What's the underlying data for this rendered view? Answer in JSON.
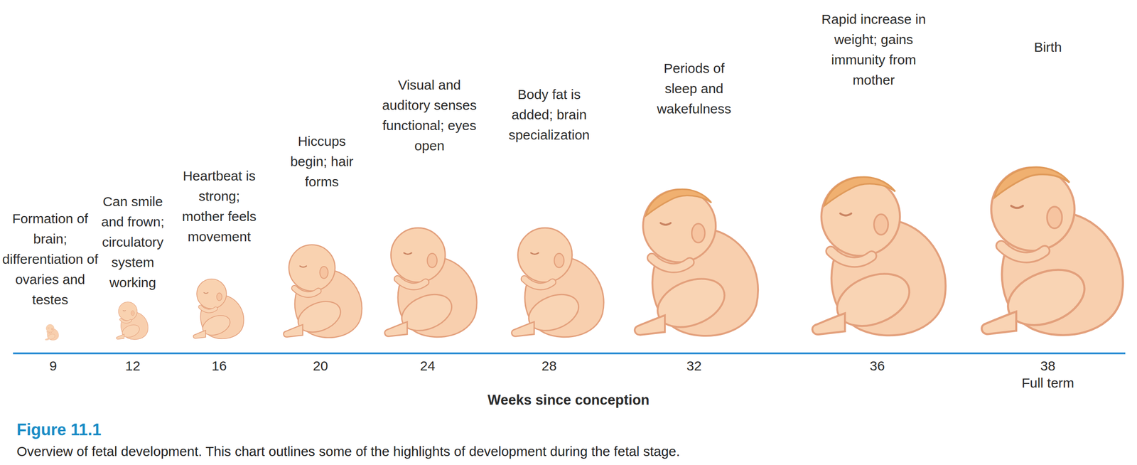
{
  "diagram": {
    "title": "Figure 11.1",
    "caption": "Overview of fetal development. This chart outlines some of the highlights of development during the fetal stage.",
    "labels": [
      "Formation of brain; differentiation of ovaries and testes",
      "Can smile and frown; circulatory system working",
      "Heartbeat is strong; mother feels movement",
      "Hiccups begin; hair forms",
      "Visual and auditory senses functional; eyes open",
      "Body fat is added; brain specialization",
      "Periods of sleep and wakefulness",
      "Rapid increase in weight; gains immunity from mother",
      "Birth",
      "9",
      "12",
      "16",
      "20",
      "24",
      "28",
      "32",
      "36",
      "38",
      "Full term",
      "Weeks since conception"
    ]
  }
}
